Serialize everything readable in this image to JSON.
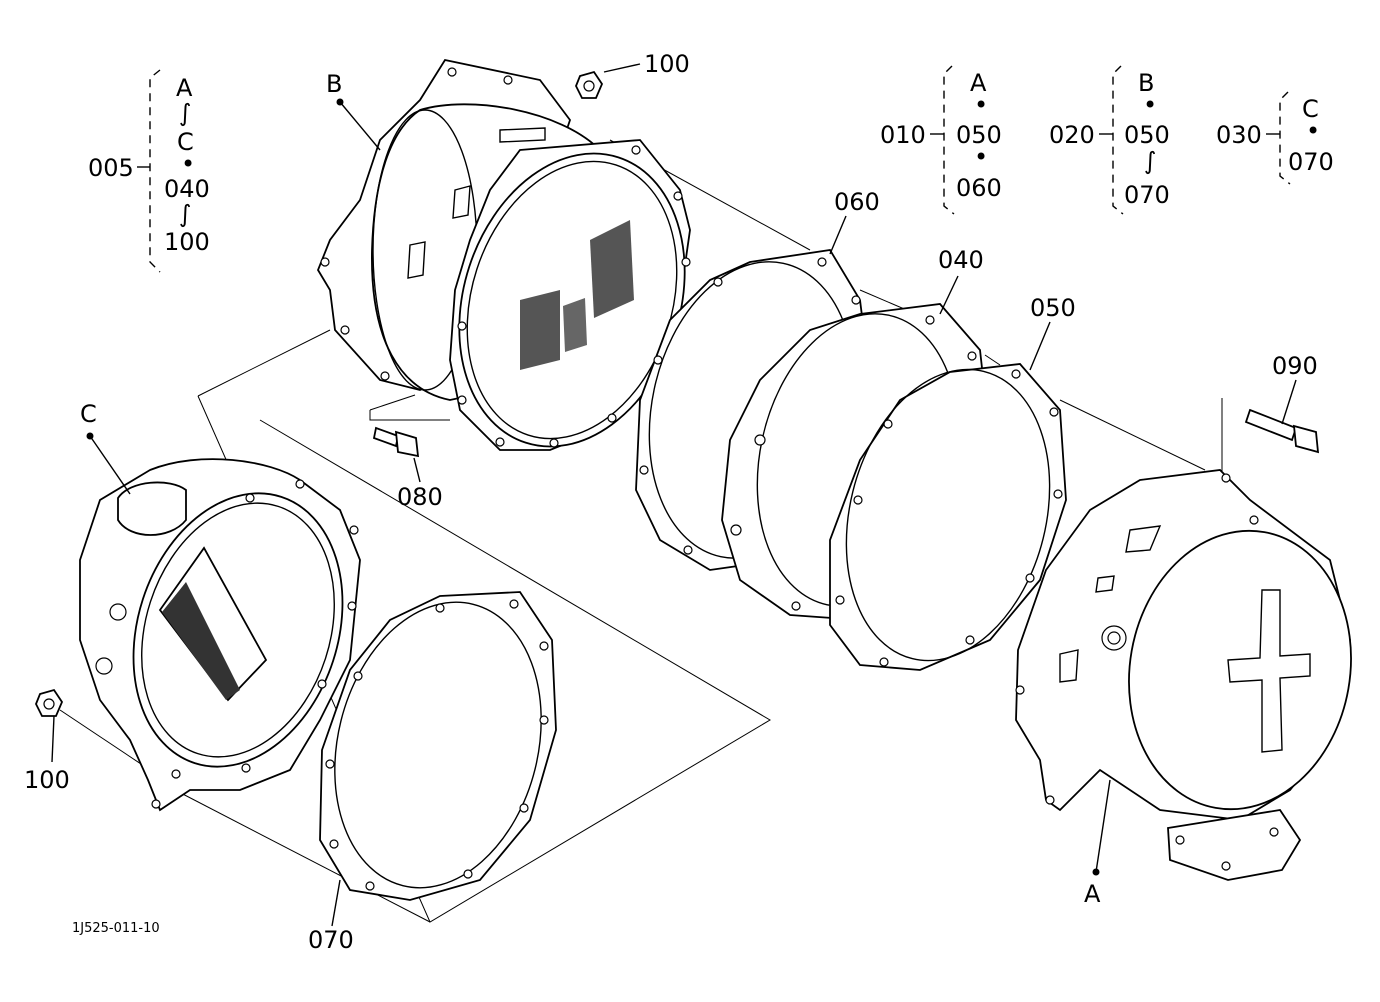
{
  "diagram_id": "1J525-011-10",
  "callouts": {
    "ref_A_bottom": "A",
    "ref_B_top": "B",
    "ref_C_left": "C",
    "bolt_080": "080",
    "bolt_090": "090",
    "nut_100_top": "100",
    "nut_100_left": "100",
    "gasket_060": "060",
    "flange_040": "040",
    "gasket_050": "050",
    "gasket_070": "070"
  },
  "assemblies": [
    {
      "id": "005",
      "members": [
        "A",
        "∫",
        "C",
        "•",
        "040",
        "∫",
        "100"
      ]
    },
    {
      "id": "010",
      "members": [
        "A",
        "•",
        "050",
        "•",
        "060"
      ]
    },
    {
      "id": "020",
      "members": [
        "B",
        "•",
        "050",
        "∫",
        "070"
      ]
    },
    {
      "id": "030",
      "members": [
        "C",
        "•",
        "070"
      ]
    }
  ]
}
